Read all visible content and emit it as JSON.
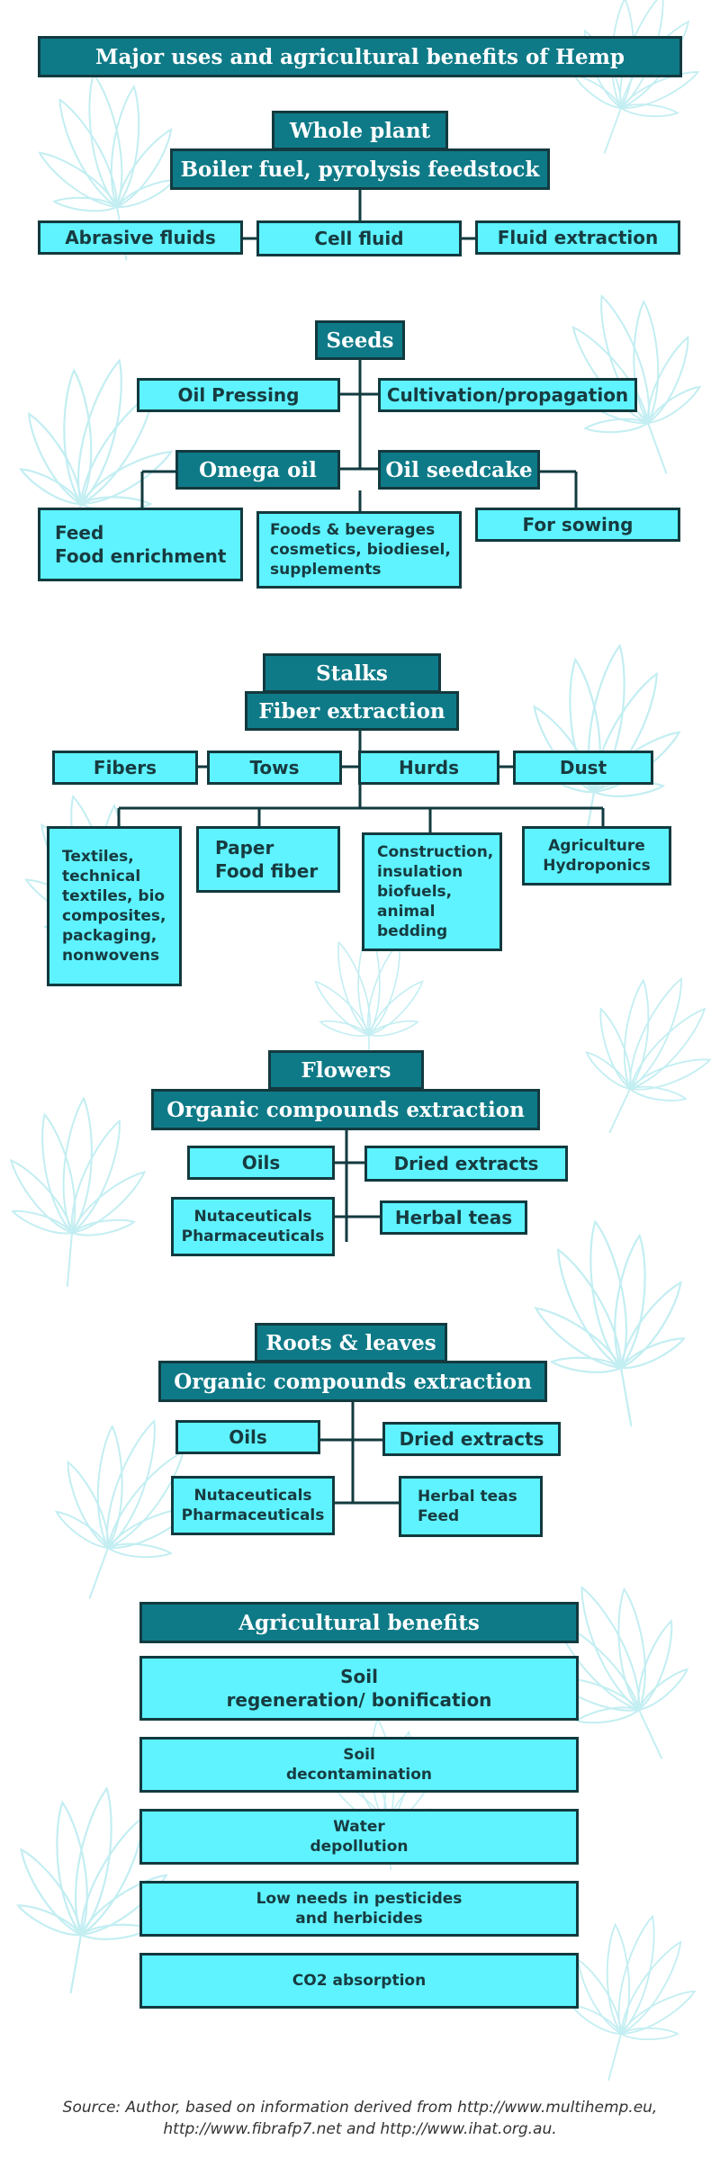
{
  "title": "Major uses and agricultural benefits of  Hemp",
  "whole_plant": {
    "header": "Whole plant",
    "subheader": "Boiler fuel, pyrolysis feedstock",
    "items": [
      "Abrasive fluids",
      "Cell fluid",
      "Fluid extraction"
    ]
  },
  "seeds": {
    "header": "Seeds",
    "level1": [
      "Oil Pressing",
      "Cultivation/propagation"
    ],
    "level2": [
      "Omega oil",
      "Oil seedcake"
    ],
    "level3": [
      "Feed\nFood enrichment",
      "Foods & beverages\ncosmetics, biodiesel,\nsupplements",
      "For sowing"
    ]
  },
  "stalks": {
    "header": "Stalks",
    "subheader": "Fiber extraction",
    "level1": [
      "Fibers",
      "Tows",
      "Hurds",
      "Dust"
    ],
    "level2": [
      "Textiles,\ntechnical\ntextiles, bio\ncomposites,\npackaging,\nnonwovens",
      "Paper\nFood fiber",
      "Construction,\ninsulation\nbiofuels,\nanimal\nbedding",
      "Agriculture\nHydroponics"
    ]
  },
  "flowers": {
    "header": "Flowers",
    "subheader": "Organic compounds extraction",
    "items": [
      "Oils",
      "Dried extracts",
      "Nutaceuticals\nPharmaceuticals",
      "Herbal teas"
    ]
  },
  "roots_leaves": {
    "header": "Roots & leaves",
    "subheader": "Organic compounds extraction",
    "items": [
      "Oils",
      "Dried extracts",
      "Nutaceuticals\nPharmaceuticals",
      "Herbal teas\nFeed"
    ]
  },
  "agri": {
    "header": "Agricultural benefits",
    "items": [
      "Soil\nregeneration/ bonification",
      "Soil\ndecontamination",
      "Water\ndepollution",
      "Low needs in pesticides\nand herbicides",
      "CO2 absorption"
    ]
  },
  "source": "Source: Author, based on information derived from http://www.multihemp.eu,\nhttp://www.fibrafp7.net and http://www.ihat.org.au.",
  "colors": {
    "dark": "#0f7a87",
    "light": "#5ef3ff",
    "border": "#123a3f",
    "leaf": "#c3eef2"
  },
  "icons": [
    "hemp-leaf-icon"
  ]
}
